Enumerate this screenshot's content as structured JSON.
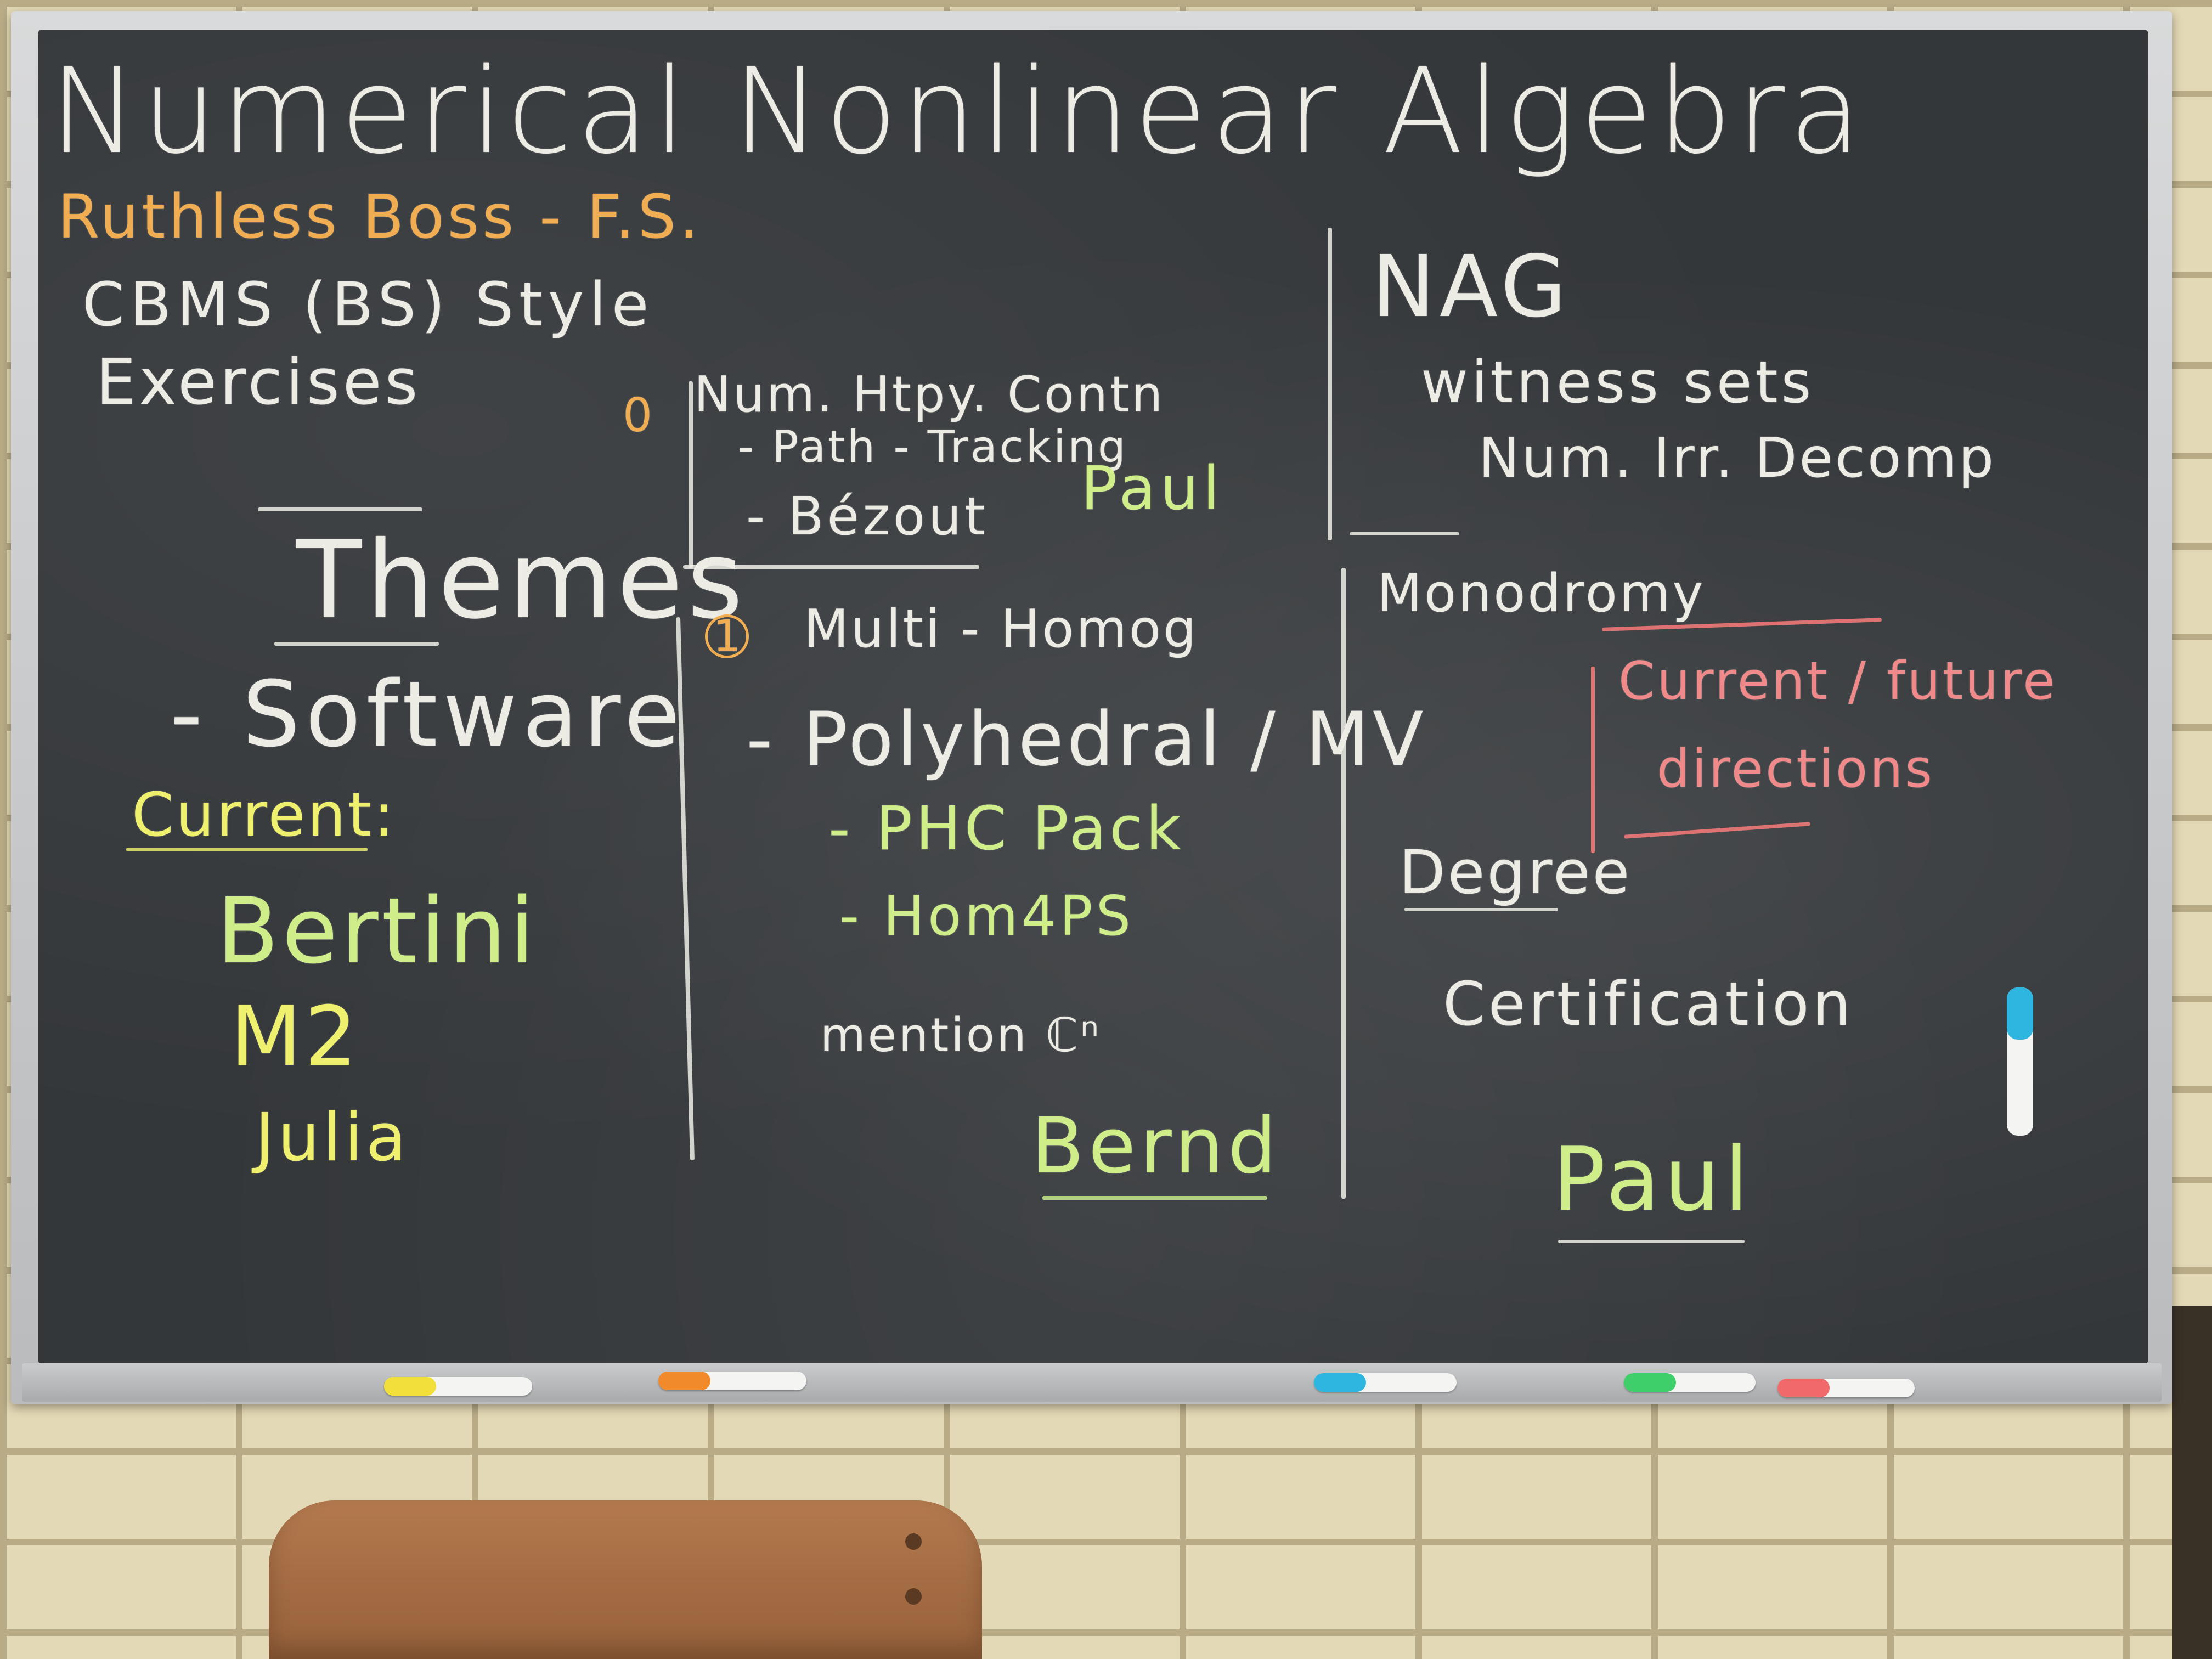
{
  "colors": {
    "white": "#ecebe4",
    "orange": "#f0ad52",
    "yellow": "#eef06e",
    "green": "#cfee8a",
    "red": "#f08a8a",
    "board": "#34373a"
  },
  "board": {
    "title": "Numerical Nonlinear Algebra",
    "left": {
      "ruthless": "Ruthless Boss - F.S.",
      "cbms": "CBMS (BS) Style",
      "exercises": "Exercises",
      "themes": "Themes",
      "software": "- Software",
      "current": "Current:",
      "tools": [
        "Bertini",
        "M2",
        "Julia"
      ]
    },
    "middle": {
      "marker0": "0",
      "num_htpy": "Num. Htpy. Contn",
      "path_tracking": "- Path - Tracking",
      "bezout": "- Bézout",
      "paul": "Paul",
      "marker1": "1",
      "multi_hom": "Multi - Homog",
      "polyhedral": "- Polyhedral / MV",
      "phc": "- PHC Pack",
      "hom4ps": "- Hom4PS",
      "mention": "mention ℂⁿ",
      "bernd": "Bernd"
    },
    "right": {
      "nag": "NAG",
      "witness": "witness sets",
      "num_irr": "Num. Irr. Decomp",
      "monodromy": "Monodromy",
      "current_future": "Current / future",
      "directions": "directions",
      "degree": "Degree",
      "certification": "Certification",
      "paul": "Paul"
    }
  },
  "tray_markers": [
    {
      "cap": "#f2df3a"
    },
    {
      "cap": "#f08a2a"
    },
    {
      "cap": "#2fb6e0"
    },
    {
      "cap": "#3fcf6a"
    },
    {
      "cap": "#f06a6a"
    }
  ]
}
